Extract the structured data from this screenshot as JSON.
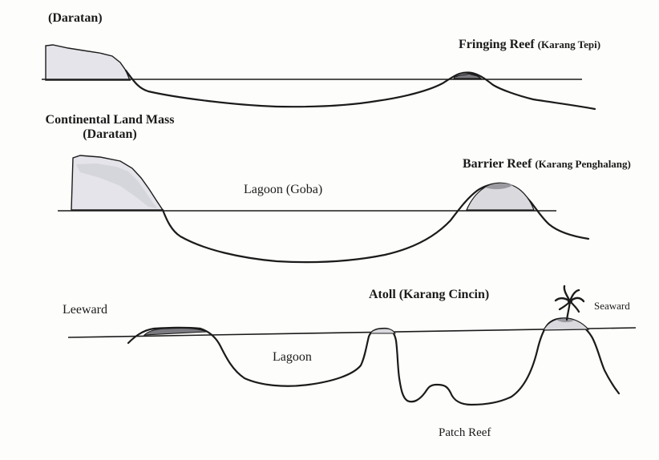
{
  "diagram": {
    "panel_fringing": {
      "landmass_label": "(Daratan)",
      "reef_label_main": "Fringing Reef",
      "reef_label_sub": "(Karang Tepi)"
    },
    "panel_barrier": {
      "landmass_label_line1": "Continental Land Mass",
      "landmass_label_line2": "(Daratan)",
      "lagoon_label": "Lagoon (Goba)",
      "reef_label_main": "Barrier Reef",
      "reef_label_sub": "(Karang Penghalang)"
    },
    "panel_atoll": {
      "leeward_label": "Leeward",
      "atoll_label": "Atoll (Karang Cincin)",
      "seaward_label": "Seaward",
      "lagoon_label": "Lagoon",
      "patch_reef_label": "Patch Reef"
    }
  },
  "colors": {
    "ink": "#1b1b1b",
    "land_fill": "#e4e4ea",
    "reef_fill": "#d9d9de",
    "reef_cap": "#7a7a80"
  }
}
